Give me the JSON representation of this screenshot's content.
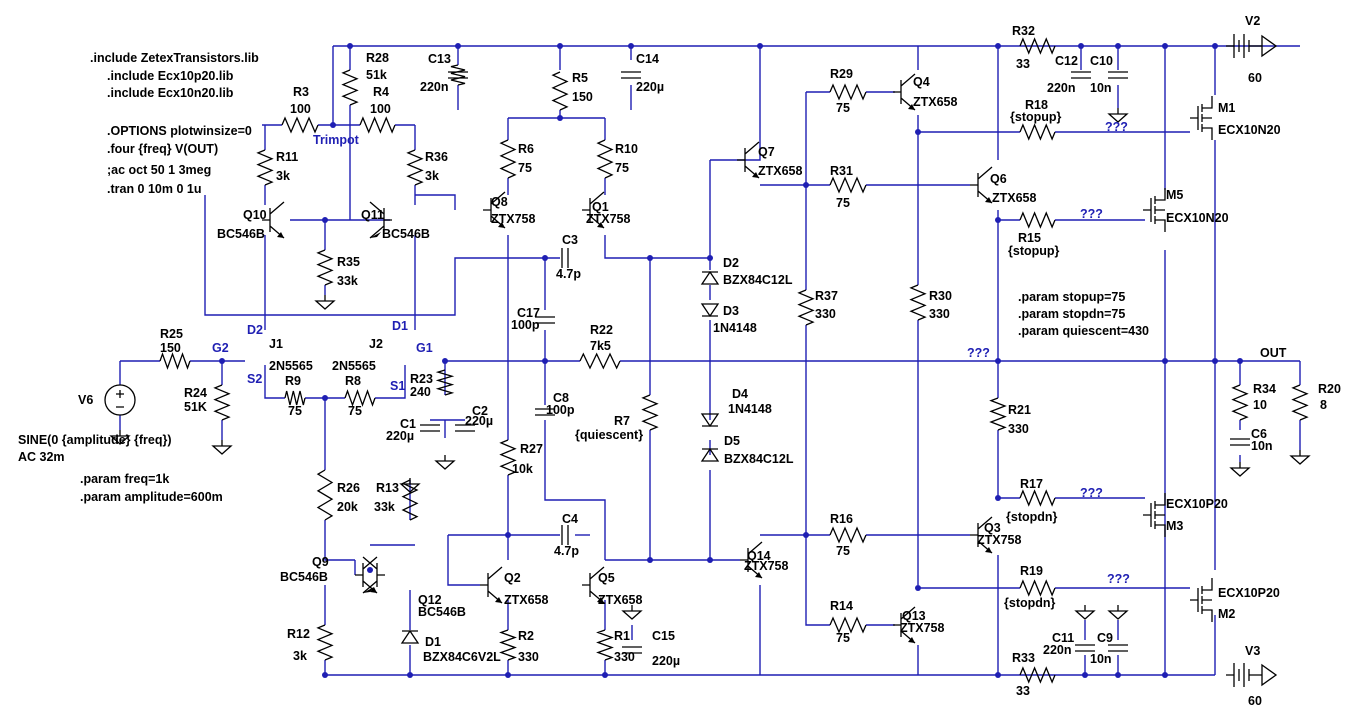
{
  "directives": [
    ".include ZetexTransistors.lib",
    ".include Ecx10p20.lib",
    ".include Ecx10n20.lib",
    ".OPTIONS plotwinsize=0",
    ".four {freq} V(OUT)",
    ";ac oct 50 1 3meg",
    ".tran 0 10m 0 1u",
    "SINE(0 {amplitude} {freq})",
    "AC 32m",
    ".param freq=1k",
    ".param amplitude=600m",
    ".param stopup=75",
    ".param stopdn=75",
    ".param quiescent=430"
  ],
  "nets": {
    "trimpot": "Trimpot",
    "g1": "G1",
    "g2": "G2",
    "d1": "D1",
    "d2": "D2",
    "s1": "S1",
    "s2": "S2",
    "out": "OUT",
    "unknown": "???"
  },
  "components": [
    {
      "ref": "R3",
      "value": "100"
    },
    {
      "ref": "R4",
      "value": "100"
    },
    {
      "ref": "R28",
      "value": "51k"
    },
    {
      "ref": "C13",
      "value": "220n"
    },
    {
      "ref": "C14",
      "value": "220µ"
    },
    {
      "ref": "R5",
      "value": "150"
    },
    {
      "ref": "R11",
      "value": "3k"
    },
    {
      "ref": "R36",
      "value": "3k"
    },
    {
      "ref": "R6",
      "value": "75"
    },
    {
      "ref": "R10",
      "value": "75"
    },
    {
      "ref": "Q10",
      "value": "BC546B"
    },
    {
      "ref": "Q11",
      "value": "BC546B"
    },
    {
      "ref": "R35",
      "value": "33k"
    },
    {
      "ref": "Q8",
      "value": "ZTX758"
    },
    {
      "ref": "Q1",
      "value": "ZTX758"
    },
    {
      "ref": "C3",
      "value": "4.7p"
    },
    {
      "ref": "D2",
      "value": "BZX84C12L"
    },
    {
      "ref": "D3",
      "value": "1N4148"
    },
    {
      "ref": "C17",
      "value": "100p"
    },
    {
      "ref": "R22",
      "value": "7k5"
    },
    {
      "ref": "R25",
      "value": "150"
    },
    {
      "ref": "R24",
      "value": "51K"
    },
    {
      "ref": "V6",
      "value": ""
    },
    {
      "ref": "J1",
      "value": "2N5565"
    },
    {
      "ref": "J2",
      "value": "2N5565"
    },
    {
      "ref": "R9",
      "value": "75"
    },
    {
      "ref": "R8",
      "value": "75"
    },
    {
      "ref": "R23",
      "value": "240"
    },
    {
      "ref": "C1",
      "value": "220µ"
    },
    {
      "ref": "C2",
      "value": "220µ"
    },
    {
      "ref": "C8",
      "value": "100p"
    },
    {
      "ref": "R7",
      "value": "{quiescent}"
    },
    {
      "ref": "D4",
      "value": "1N4148"
    },
    {
      "ref": "D5",
      "value": "BZX84C12L"
    },
    {
      "ref": "R27",
      "value": "10k"
    },
    {
      "ref": "R26",
      "value": "20k"
    },
    {
      "ref": "R13",
      "value": "33k"
    },
    {
      "ref": "C4",
      "value": "4.7p"
    },
    {
      "ref": "Q9",
      "value": "BC546B"
    },
    {
      "ref": "Q12",
      "value": "BC546B"
    },
    {
      "ref": "D1",
      "value": "BZX84C6V2L"
    },
    {
      "ref": "R12",
      "value": "3k"
    },
    {
      "ref": "Q2",
      "value": "ZTX658"
    },
    {
      "ref": "Q5",
      "value": "ZTX658"
    },
    {
      "ref": "R2",
      "value": "330"
    },
    {
      "ref": "R1",
      "value": "330"
    },
    {
      "ref": "C15",
      "value": "220µ"
    },
    {
      "ref": "Q14",
      "value": "ZTX758"
    },
    {
      "ref": "Q7",
      "value": "ZTX658"
    },
    {
      "ref": "R29",
      "value": "75"
    },
    {
      "ref": "R31",
      "value": "75"
    },
    {
      "ref": "Q4",
      "value": "ZTX658"
    },
    {
      "ref": "Q6",
      "value": "ZTX658"
    },
    {
      "ref": "R37",
      "value": "330"
    },
    {
      "ref": "R30",
      "value": "330"
    },
    {
      "ref": "R16",
      "value": "75"
    },
    {
      "ref": "R14",
      "value": "75"
    },
    {
      "ref": "Q3",
      "value": "ZTX758"
    },
    {
      "ref": "Q13",
      "value": "ZTX758"
    },
    {
      "ref": "R32",
      "value": "33"
    },
    {
      "ref": "R33",
      "value": "33"
    },
    {
      "ref": "C12",
      "value": "220n"
    },
    {
      "ref": "C10",
      "value": "10n"
    },
    {
      "ref": "C11",
      "value": "220n"
    },
    {
      "ref": "C9",
      "value": "10n"
    },
    {
      "ref": "R18",
      "value": "{stopup}"
    },
    {
      "ref": "R15",
      "value": "{stopup}"
    },
    {
      "ref": "R17",
      "value": "{stopdn}"
    },
    {
      "ref": "R19",
      "value": "{stopdn}"
    },
    {
      "ref": "R21",
      "value": "330"
    },
    {
      "ref": "M1",
      "value": "ECX10N20"
    },
    {
      "ref": "M5",
      "value": "ECX10N20"
    },
    {
      "ref": "M3",
      "value": "ECX10P20"
    },
    {
      "ref": "M2",
      "value": "ECX10P20"
    },
    {
      "ref": "V2",
      "value": "60"
    },
    {
      "ref": "V3",
      "value": "60"
    },
    {
      "ref": "R34",
      "value": "10"
    },
    {
      "ref": "C6",
      "value": "10n"
    },
    {
      "ref": "R20",
      "value": "8"
    }
  ]
}
